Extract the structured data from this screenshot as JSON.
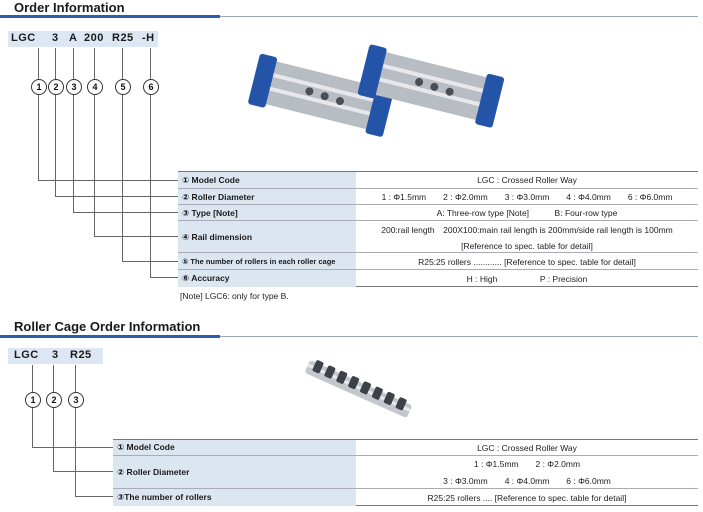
{
  "section1": {
    "title": "Order Information",
    "code_parts": [
      "LGC",
      "3",
      "A",
      "200",
      "R25",
      "-H"
    ],
    "circles": [
      "1",
      "2",
      "3",
      "4",
      "5",
      "6"
    ],
    "rows": [
      {
        "label": "① Model Code",
        "values": [
          "LGC : Crossed Roller Way"
        ]
      },
      {
        "label": "② Roller Diameter",
        "values": [
          "1 : Φ1.5mm　　2 : Φ2.0mm　　3 : Φ3.0mm　　4 : Φ4.0mm　　6 : Φ6.0mm"
        ]
      },
      {
        "label": "③ Type [Note]",
        "values": [
          "A: Three-row type [Note]　　　B: Four-row type"
        ]
      },
      {
        "label": "④ Rail dimension",
        "values": [
          "200:rail length　200X100:main rail length is 200mm/side rail length is 100mm",
          "[Reference to  spec. table for detail]"
        ]
      },
      {
        "label": "⑤ The number of rollers in each roller cage",
        "values": [
          "R25:25 rollers ............  [Reference to  spec. table for detail]"
        ]
      },
      {
        "label": "⑥ Accuracy",
        "values": [
          "H : High　　　　　P  : Precision"
        ]
      }
    ],
    "note": "[Note] LGC6: only for type B."
  },
  "section2": {
    "title": "Roller Cage Order Information",
    "code_parts": [
      "LGC",
      "3",
      "R25"
    ],
    "circles": [
      "1",
      "2",
      "3"
    ],
    "rows": [
      {
        "label": "① Model Code",
        "values": [
          "LGC : Crossed Roller Way"
        ]
      },
      {
        "label": "② Roller Diameter",
        "values": [
          "1 : Φ1.5mm　　2 : Φ2.0mm",
          "3 : Φ3.0mm　　4 : Φ4.0mm　　6 : Φ6.0mm"
        ]
      },
      {
        "label": "③The number of rollers",
        "values": [
          "R25:25 rollers .... [Reference to  spec. table for detail]"
        ]
      }
    ]
  },
  "colors": {
    "accent": "#2b5ea8",
    "label_bg": "#dce6f1",
    "product_blue": "#2454a8"
  }
}
